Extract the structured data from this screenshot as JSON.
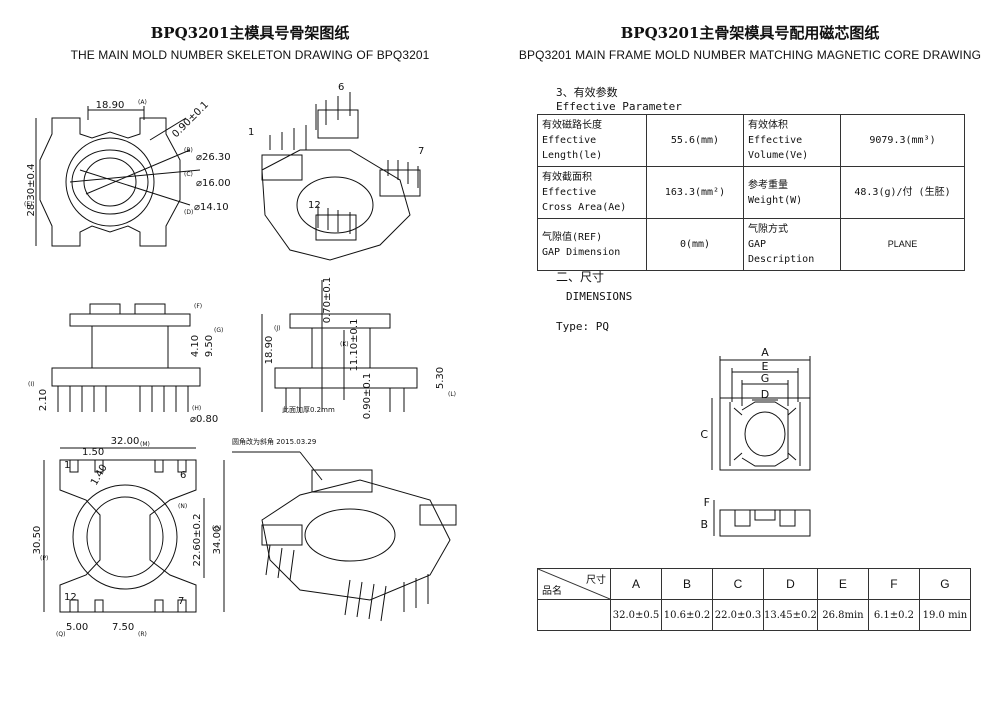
{
  "left": {
    "title_cn": "BPQ3201主模具号骨架图纸",
    "title_en": "THE MAIN MOLD NUMBER SKELETON DRAWING OF BPQ3201",
    "top_view_dims": {
      "width": "18.90",
      "height": "28.30±0.4",
      "d1": "0.90±0.1",
      "d2": "⌀26.30",
      "d3": "⌀16.00",
      "d4": "⌀14.10",
      "tags": [
        "(A)",
        "(B)",
        "(C)",
        "(D)",
        "(E)"
      ]
    },
    "pin_labels_iso": [
      "1",
      "6",
      "7",
      "12"
    ],
    "side_view_dims": {
      "h1": "4.10",
      "h2": "9.50",
      "h3": "2.10",
      "pin": "⌀0.80",
      "tags": [
        "(F)",
        "(G)",
        "(H)",
        "(I)"
      ]
    },
    "front_view_dims": {
      "top": "0.70±0.1",
      "h": "18.90",
      "bobbin": "11.10±0.1",
      "base": "0.90±0.1",
      "pin": "5.30",
      "note": "此面加厚0.2mm",
      "tags": [
        "(J)",
        "(K)",
        "(L)"
      ]
    },
    "bottom_view_dims": {
      "w": "32.00",
      "pitch_top": "1.50",
      "c": "1.40",
      "h1": "30.50",
      "h2": "22.60±0.2",
      "h3": "34.00",
      "p1": "5.00",
      "p2": "7.50",
      "pin_a": "1",
      "pin_b": "6",
      "pin_c": "12",
      "pin_d": "7",
      "tags": [
        "(M)",
        "(N)",
        "(O)",
        "(P)",
        "(Q)",
        "(R)"
      ]
    },
    "revision_note": "圆角改为斜角 2015.03.29"
  },
  "right": {
    "title_cn": "BPQ3201主骨架模具号配用磁芯图纸",
    "title_en": "BPQ3201 MAIN FRAME MOLD NUMBER MATCHING MAGNETIC CORE DRAWING",
    "section3_cn": "3、有效参数",
    "section3_en": "Effective Parameter",
    "params": {
      "r1": {
        "l1_cn": "有效磁路长度",
        "l1_en": "Effective",
        "l1_en2": "Length(le)",
        "v1": "55.6(mm)",
        "l2_cn": "有效体积",
        "l2_en": "Effective",
        "l2_en2": "Volume(Ve)",
        "v2": "9079.3(mm³)"
      },
      "r2": {
        "l1_cn": "有效截面积",
        "l1_en": "Effective",
        "l1_en2": "Cross Area(Ae)",
        "v1": "163.3(mm²)",
        "l2_cn": "参考重量",
        "l2_en": "Weight(W)",
        "v2": "48.3(g)/付 (生胚)"
      },
      "r3": {
        "l1_cn": "气隙值(REF)",
        "l1_en": "GAP Dimension",
        "v1": "0(mm)",
        "l2_cn": "气隙方式",
        "l2_en": "GAP Description",
        "v2": "PLANE"
      }
    },
    "section2_cn": "二、尺寸",
    "section2_en": "DIMENSIONS",
    "type_label": "Type: PQ",
    "core_labels": [
      "A",
      "E",
      "G",
      "D",
      "C",
      "F",
      "B"
    ],
    "dims_table": {
      "corner_top": "尺寸",
      "corner_bottom": "品名",
      "headers": [
        "A",
        "B",
        "C",
        "D",
        "E",
        "F",
        "G"
      ],
      "values": [
        "32.0±0.5",
        "10.6±0.2",
        "22.0±0.3",
        "13.45±0.2",
        "26.8min",
        "6.1±0.2",
        "19.0 min"
      ]
    }
  }
}
